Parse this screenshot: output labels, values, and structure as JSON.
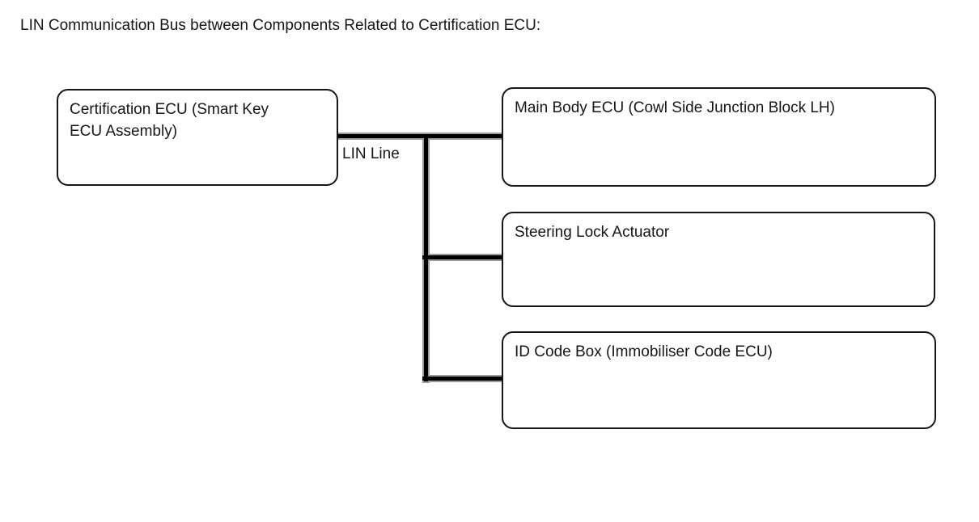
{
  "title": "LIN Communication Bus between Components Related to Certification ECU:",
  "diagram": {
    "type": "bus-topology",
    "bus_label": "LIN Line",
    "nodes": [
      {
        "id": "certification-ecu",
        "label": "Certification ECU (Smart Key\nECU Assembly)",
        "role": "master"
      },
      {
        "id": "main-body-ecu",
        "label": "Main Body ECU (Cowl Side Junction Block LH)",
        "role": "node"
      },
      {
        "id": "steering-lock-actuator",
        "label": "Steering Lock Actuator",
        "role": "node"
      },
      {
        "id": "id-code-box",
        "label": "ID Code Box (Immobiliser Code ECU)",
        "role": "node"
      }
    ],
    "connections": [
      {
        "from": "certification-ecu",
        "to": "main-body-ecu",
        "via": "LIN Line"
      },
      {
        "from": "certification-ecu",
        "to": "steering-lock-actuator",
        "via": "LIN Line"
      },
      {
        "from": "certification-ecu",
        "to": "id-code-box",
        "via": "LIN Line"
      }
    ],
    "colors": {
      "background": "#ffffff",
      "text": "#161616",
      "box_border": "#161616",
      "line_core": "#000000",
      "line_shadow": "#9c9c9c"
    }
  }
}
